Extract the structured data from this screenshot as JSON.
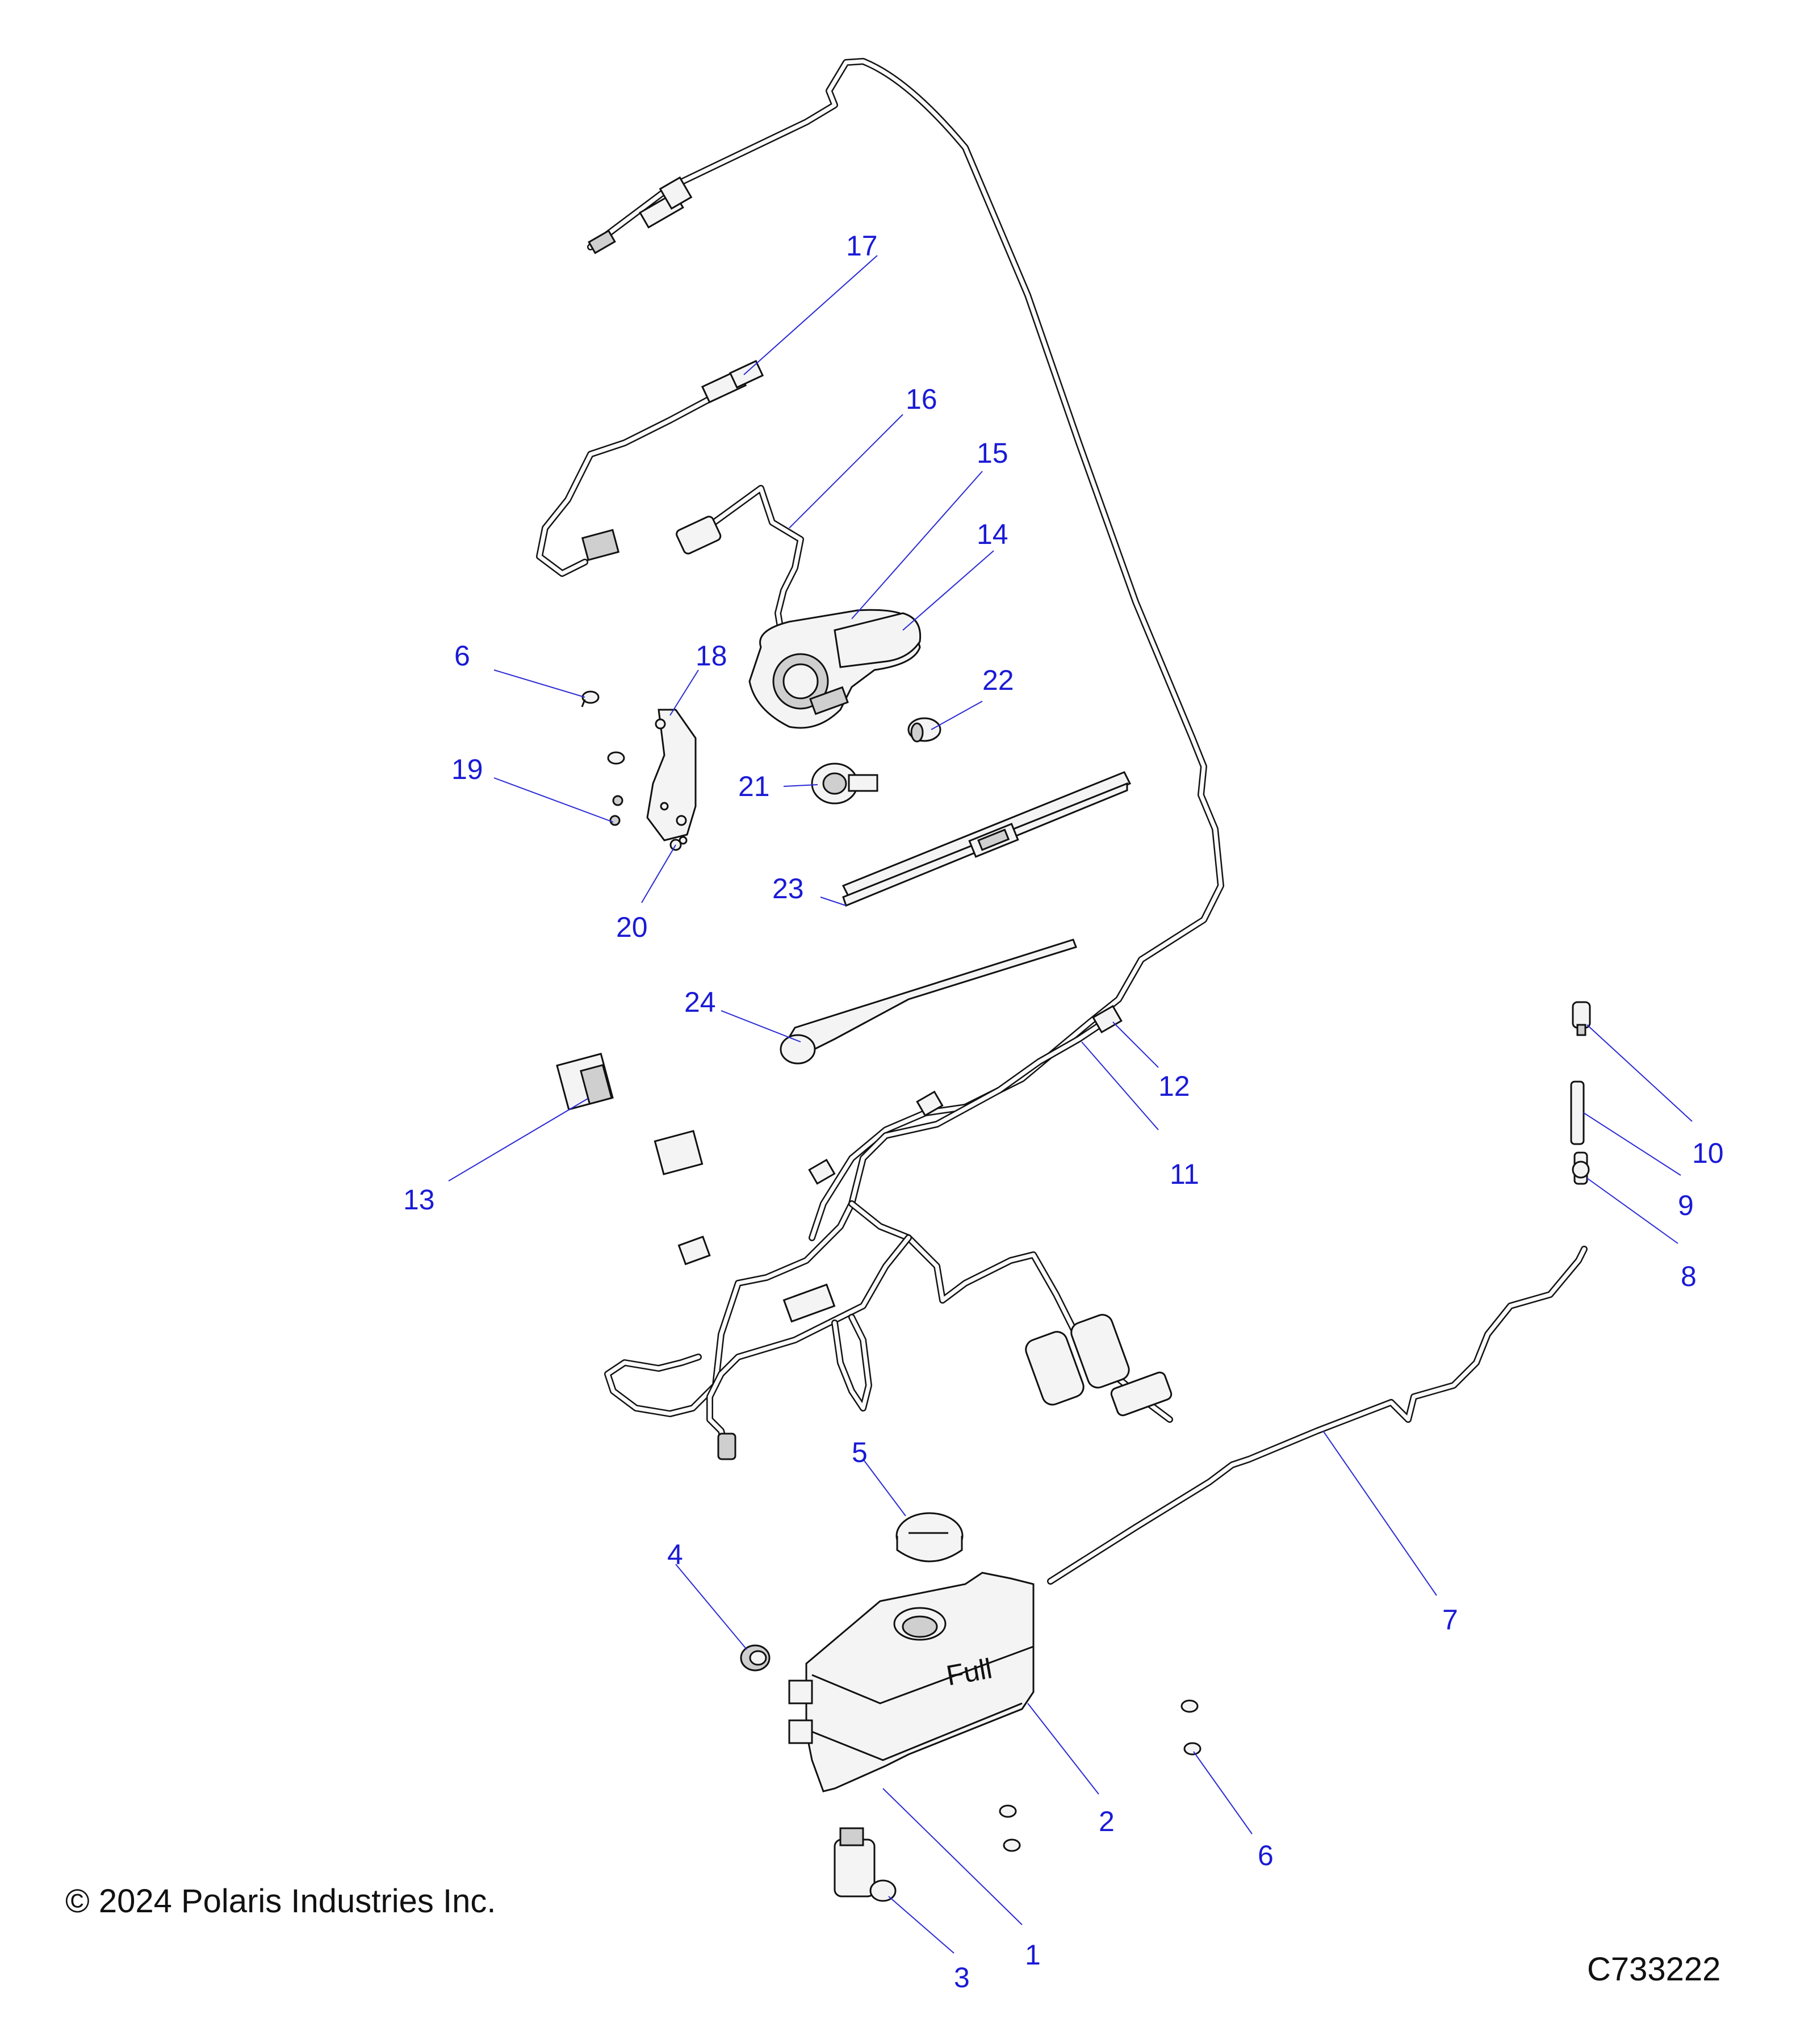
{
  "callouts": {
    "c1": "1",
    "c2": "2",
    "c3": "3",
    "c4": "4",
    "c5": "5",
    "c6a": "6",
    "c6b": "6",
    "c7": "7",
    "c8": "8",
    "c9": "9",
    "c10": "10",
    "c11": "11",
    "c12": "12",
    "c13": "13",
    "c14": "14",
    "c15": "15",
    "c16": "16",
    "c17": "17",
    "c18": "18",
    "c19": "19",
    "c20": "20",
    "c21": "21",
    "c22": "22",
    "c23": "23",
    "c24": "24"
  },
  "tank_marking": "Full",
  "footer": {
    "copyright": "© 2024 Polaris Industries Inc.",
    "figure_id": "C733222"
  }
}
